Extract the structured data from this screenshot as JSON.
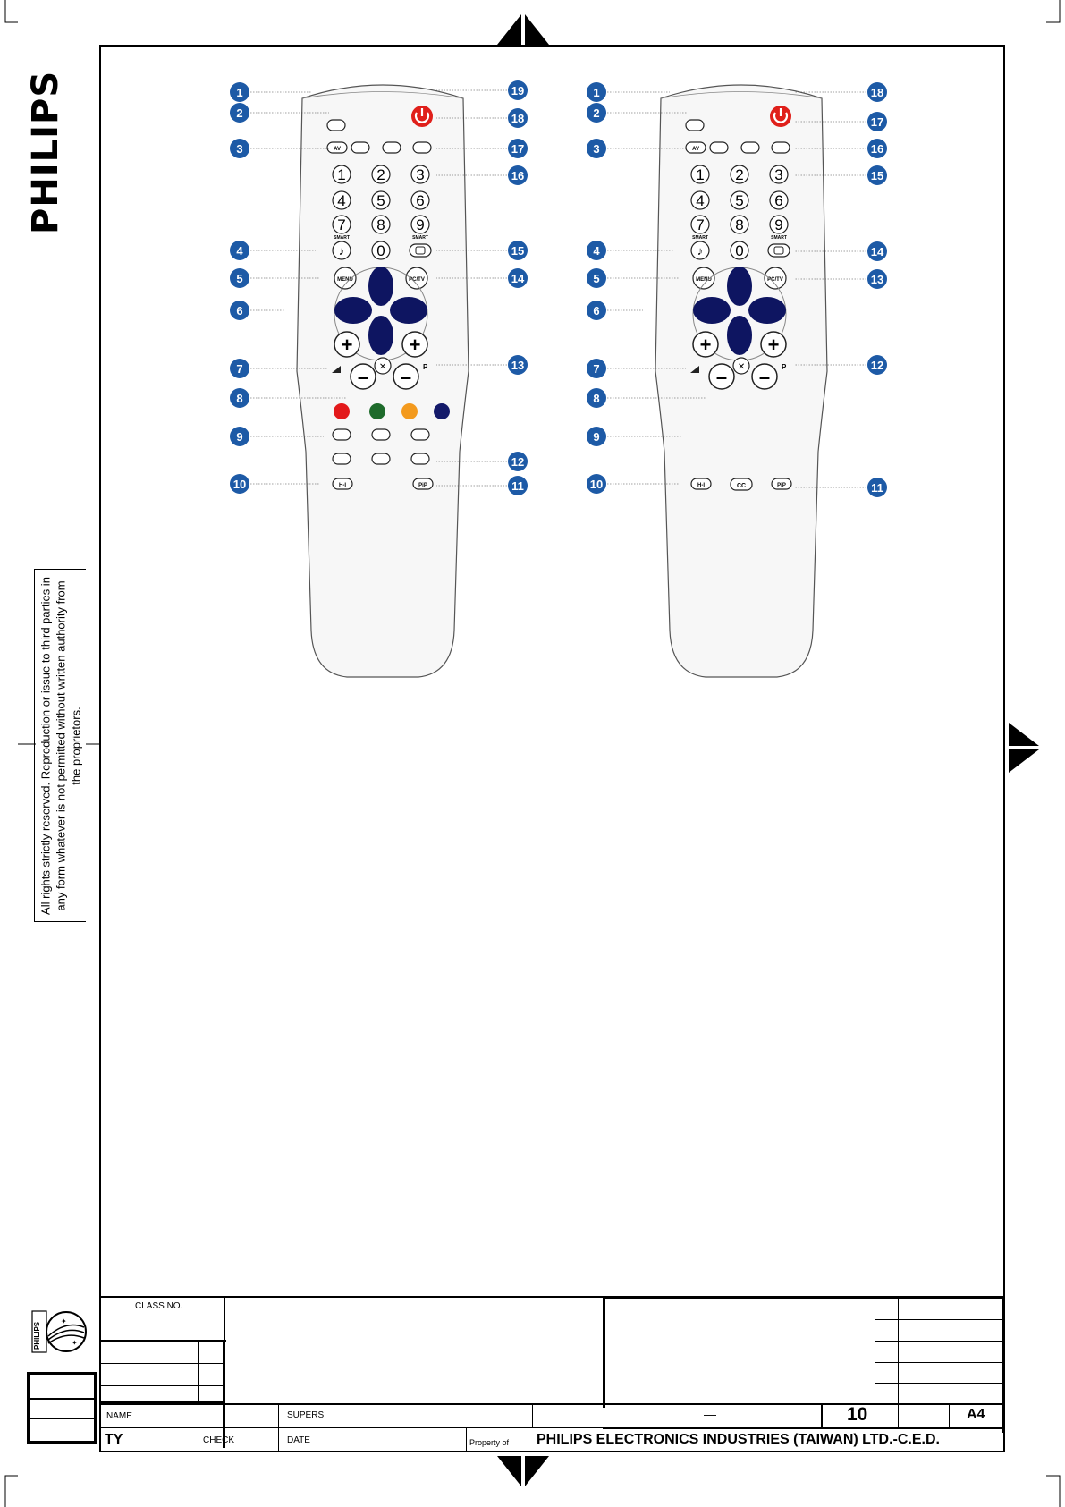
{
  "brand": "PHILIPS",
  "logo_text": "PHILIPS",
  "notice": "All rights strictly reserved. Reproduction or issue to third parties in any form whatever is not permitted without written authority from the proprietors.",
  "title_block": {
    "class_no": "CLASS NO.",
    "name": "NAME",
    "supers": "SUPERS",
    "check": "CHECK",
    "date": "DATE",
    "ty": "TY",
    "dash": "—",
    "sheet": "10",
    "size": "A4",
    "property_of": "Property of",
    "company": "PHILIPS ELECTRONICS INDUSTRIES (TAIWAN) LTD.-C.E.D."
  },
  "remotes": [
    {
      "callouts_left": [
        "1",
        "2",
        "3",
        "4",
        "5",
        "6",
        "7",
        "8",
        "9",
        "10"
      ],
      "callouts_right": [
        "19",
        "18",
        "17",
        "16",
        "15",
        "14",
        "13",
        "12",
        "11"
      ],
      "numbers": [
        "1",
        "2",
        "3",
        "4",
        "5",
        "6",
        "7",
        "8",
        "9",
        "0"
      ],
      "labels": {
        "av": "AV",
        "smart": "SMART",
        "menu": "MENU",
        "pctv": "PC/TV",
        "p": "P",
        "hi": "H-I",
        "pip": "PiP"
      }
    },
    {
      "callouts_left": [
        "1",
        "2",
        "3",
        "4",
        "5",
        "6",
        "7",
        "8",
        "9",
        "10"
      ],
      "callouts_right": [
        "18",
        "17",
        "16",
        "15",
        "14",
        "13",
        "12",
        "11"
      ],
      "numbers": [
        "1",
        "2",
        "3",
        "4",
        "5",
        "6",
        "7",
        "8",
        "9",
        "0"
      ],
      "labels": {
        "av": "AV",
        "smart": "SMART",
        "menu": "MENU",
        "pctv": "PC/TV",
        "p": "P",
        "hi": "H-I",
        "cc": "CC",
        "pip": "PiP"
      }
    }
  ],
  "colors": {
    "callout": "#1d5aa6",
    "power": "#e0201b",
    "dpad": "#0e1561",
    "red": "#e3191b",
    "green": "#1e6b2b",
    "yellow": "#f39a1e",
    "blue": "#141a6a",
    "body": "#f7f7f7"
  }
}
